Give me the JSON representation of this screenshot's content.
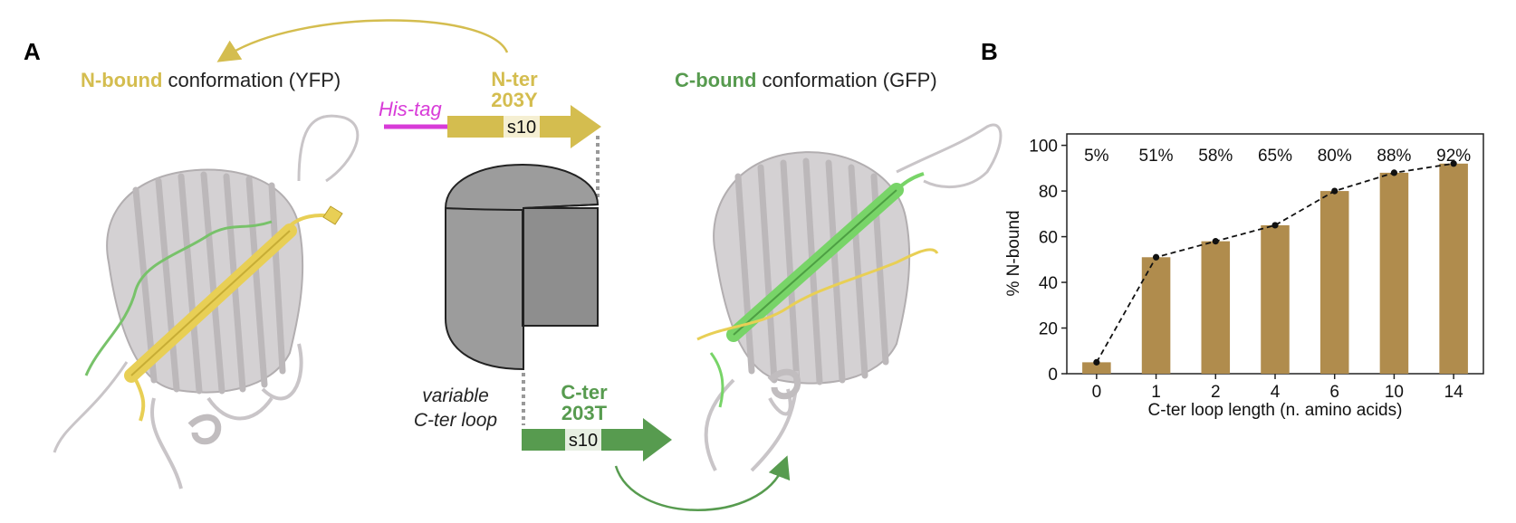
{
  "panel_a": {
    "letter": "A",
    "n_bound": {
      "highlight": "N-bound",
      "rest": " conformation (YFP)"
    },
    "c_bound": {
      "highlight": "C-bound",
      "rest": " conformation (GFP)"
    },
    "his_tag": "His-tag",
    "n_ter": {
      "line1": "N-ter",
      "line2": "203Y",
      "strand": "s10"
    },
    "c_ter": {
      "line1": "C-ter",
      "line2": "203T",
      "strand": "s10"
    },
    "loop": {
      "line1": "variable",
      "line2": "C-ter loop"
    }
  },
  "panel_b": {
    "letter": "B"
  },
  "colors": {
    "yellow": "#d4bd4f",
    "yellow_strand": "#e8cf55",
    "green": "#579b4f",
    "green_strand": "#78d468",
    "magenta": "#d83bd8",
    "bar": "#b08c4d",
    "barrel_fill": "#9c9c9c",
    "protein_gray": "#c9c5c8"
  },
  "chart_data": {
    "type": "bar",
    "categories": [
      "0",
      "1",
      "2",
      "4",
      "6",
      "10",
      "14"
    ],
    "values": [
      5,
      51,
      58,
      65,
      80,
      88,
      92
    ],
    "value_labels": [
      "5%",
      "51%",
      "58%",
      "65%",
      "80%",
      "88%",
      "92%"
    ],
    "xlabel": "C-ter loop length (n. amino acids)",
    "ylabel": "% N-bound",
    "ylim": [
      0,
      105
    ],
    "yticks": [
      0,
      20,
      40,
      60,
      80,
      100
    ],
    "overlay_line": "dashed black line with dots through bar tops",
    "grid": false,
    "legend": "none"
  }
}
